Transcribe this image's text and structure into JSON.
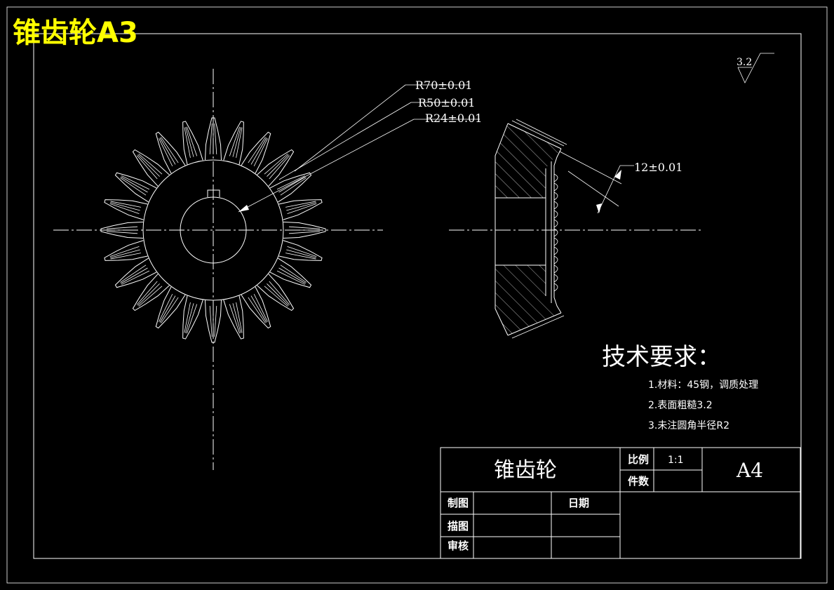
{
  "heading": {
    "text": "锥齿轮A3",
    "color": "#ffff00"
  },
  "dimensions": {
    "r70": "R70±0.01",
    "r50": "R50±0.01",
    "r24": "R24±0.01",
    "width": "12±0.01",
    "roughness": "3.2"
  },
  "tech_requirements": {
    "title": "技术要求：",
    "items": [
      "1.材料：45钢，调质处理",
      "2.表面粗糙3.2",
      "3.未注圆角半径R2"
    ]
  },
  "title_block": {
    "part_name": "锥齿轮",
    "scale_label": "比例",
    "scale_value": "1:1",
    "qty_label": "件数",
    "sheet_size": "A4",
    "drawn_label": "制图",
    "traced_label": "描图",
    "checked_label": "审核",
    "date_label": "日期"
  },
  "gear": {
    "tooth_count": 24
  }
}
